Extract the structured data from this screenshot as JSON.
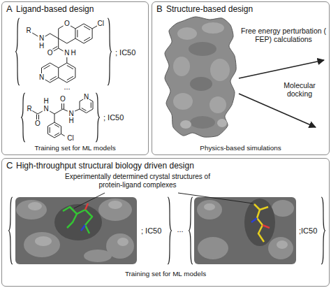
{
  "diagram": {
    "nodes": [
      {
        "text": [
          "A",
          "Ligand-based design",
          "Training set for ML models"
        ]
      },
      {
        "text": [
          "B",
          "Structure-based design",
          "Physics-based simulations"
        ]
      },
      {
        "text": [
          "C",
          "High-throughput structural biology driven design",
          "Training set for ML models"
        ]
      }
    ],
    "labels": [
      "O",
      "Cl",
      "R",
      "N",
      "H",
      "O",
      "N",
      "H",
      "N",
      "; IC50",
      "...",
      "R",
      "O",
      "N",
      "H",
      "O",
      "N",
      "H",
      "N",
      "Cl",
      "; IC50",
      "Free energy perturbation ( FEP) calculations",
      "Molecular docking",
      "Experimentally determined crystal structures of protein-ligand complexes",
      "; IC50",
      "...",
      ";IC50"
    ]
  }
}
